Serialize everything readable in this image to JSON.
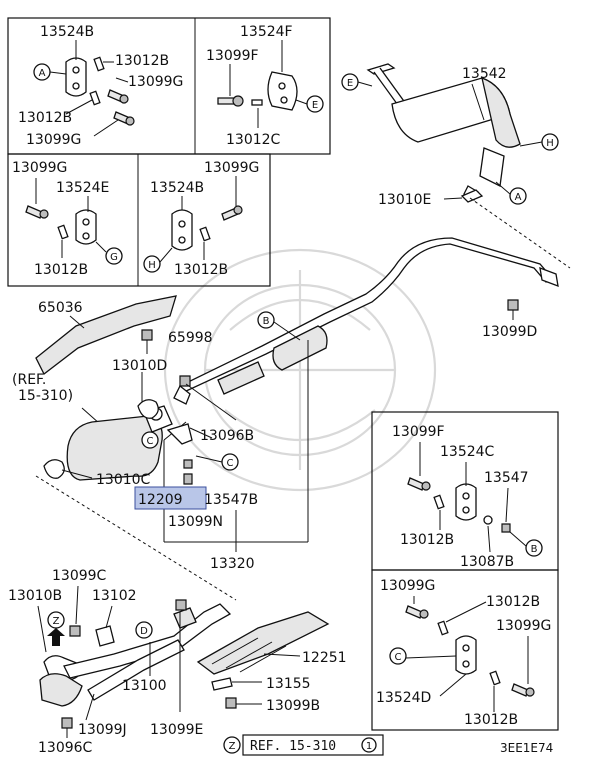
{
  "labels": {
    "p13524B_a": "13524B",
    "p13012B_a": "13012B",
    "p13099G_a": "13099G",
    "p13012B_b": "13012B",
    "p13099G_b": "13099G",
    "p13524F": "13524F",
    "p13099F_a": "13099F",
    "p13012C": "13012C",
    "p13542": "13542",
    "p13010E": "13010E",
    "p13099G_c": "13099G",
    "p13524E": "13524E",
    "p13012B_c": "13012B",
    "p13099G_d": "13099G",
    "p13524B_b": "13524B",
    "p13012B_d": "13012B",
    "p65036": "65036",
    "p65998": "65998",
    "p13099D": "13099D",
    "ref_top_1": "(REF.",
    "ref_top_2": "15-310)",
    "p13010D": "13010D",
    "p13096B": "13096B",
    "p13010C": "13010C",
    "p12209": "12209",
    "p13547B": "13547B",
    "p13099N": "13099N",
    "p13320": "13320",
    "p13099F_b": "13099F",
    "p13524C": "13524C",
    "p13547": "13547",
    "p13012B_e": "13012B",
    "p13087B": "13087B",
    "p13099G_e": "13099G",
    "p13012B_f": "13012B",
    "p13099G_f": "13099G",
    "p13524D": "13524D",
    "p13012B_g": "13012B",
    "p13099C": "13099C",
    "p13010B": "13010B",
    "p13102": "13102",
    "p12251": "12251",
    "p13155": "13155",
    "p13100": "13100",
    "p13099J": "13099J",
    "p13099E": "13099E",
    "p13099B": "13099B",
    "p13096C": "13096C",
    "bottom_ref": "REF. 15-310",
    "bottom_ref_num": "1",
    "diagram_code": "3EE1E74"
  },
  "callouts": {
    "A": "A",
    "B": "B",
    "C": "C",
    "D": "D",
    "E": "E",
    "G": "G",
    "H": "H",
    "Z": "Z"
  },
  "colors": {
    "line": "#111111",
    "highlight": "#b9c6e8",
    "watermark": "#d9d9d9"
  }
}
